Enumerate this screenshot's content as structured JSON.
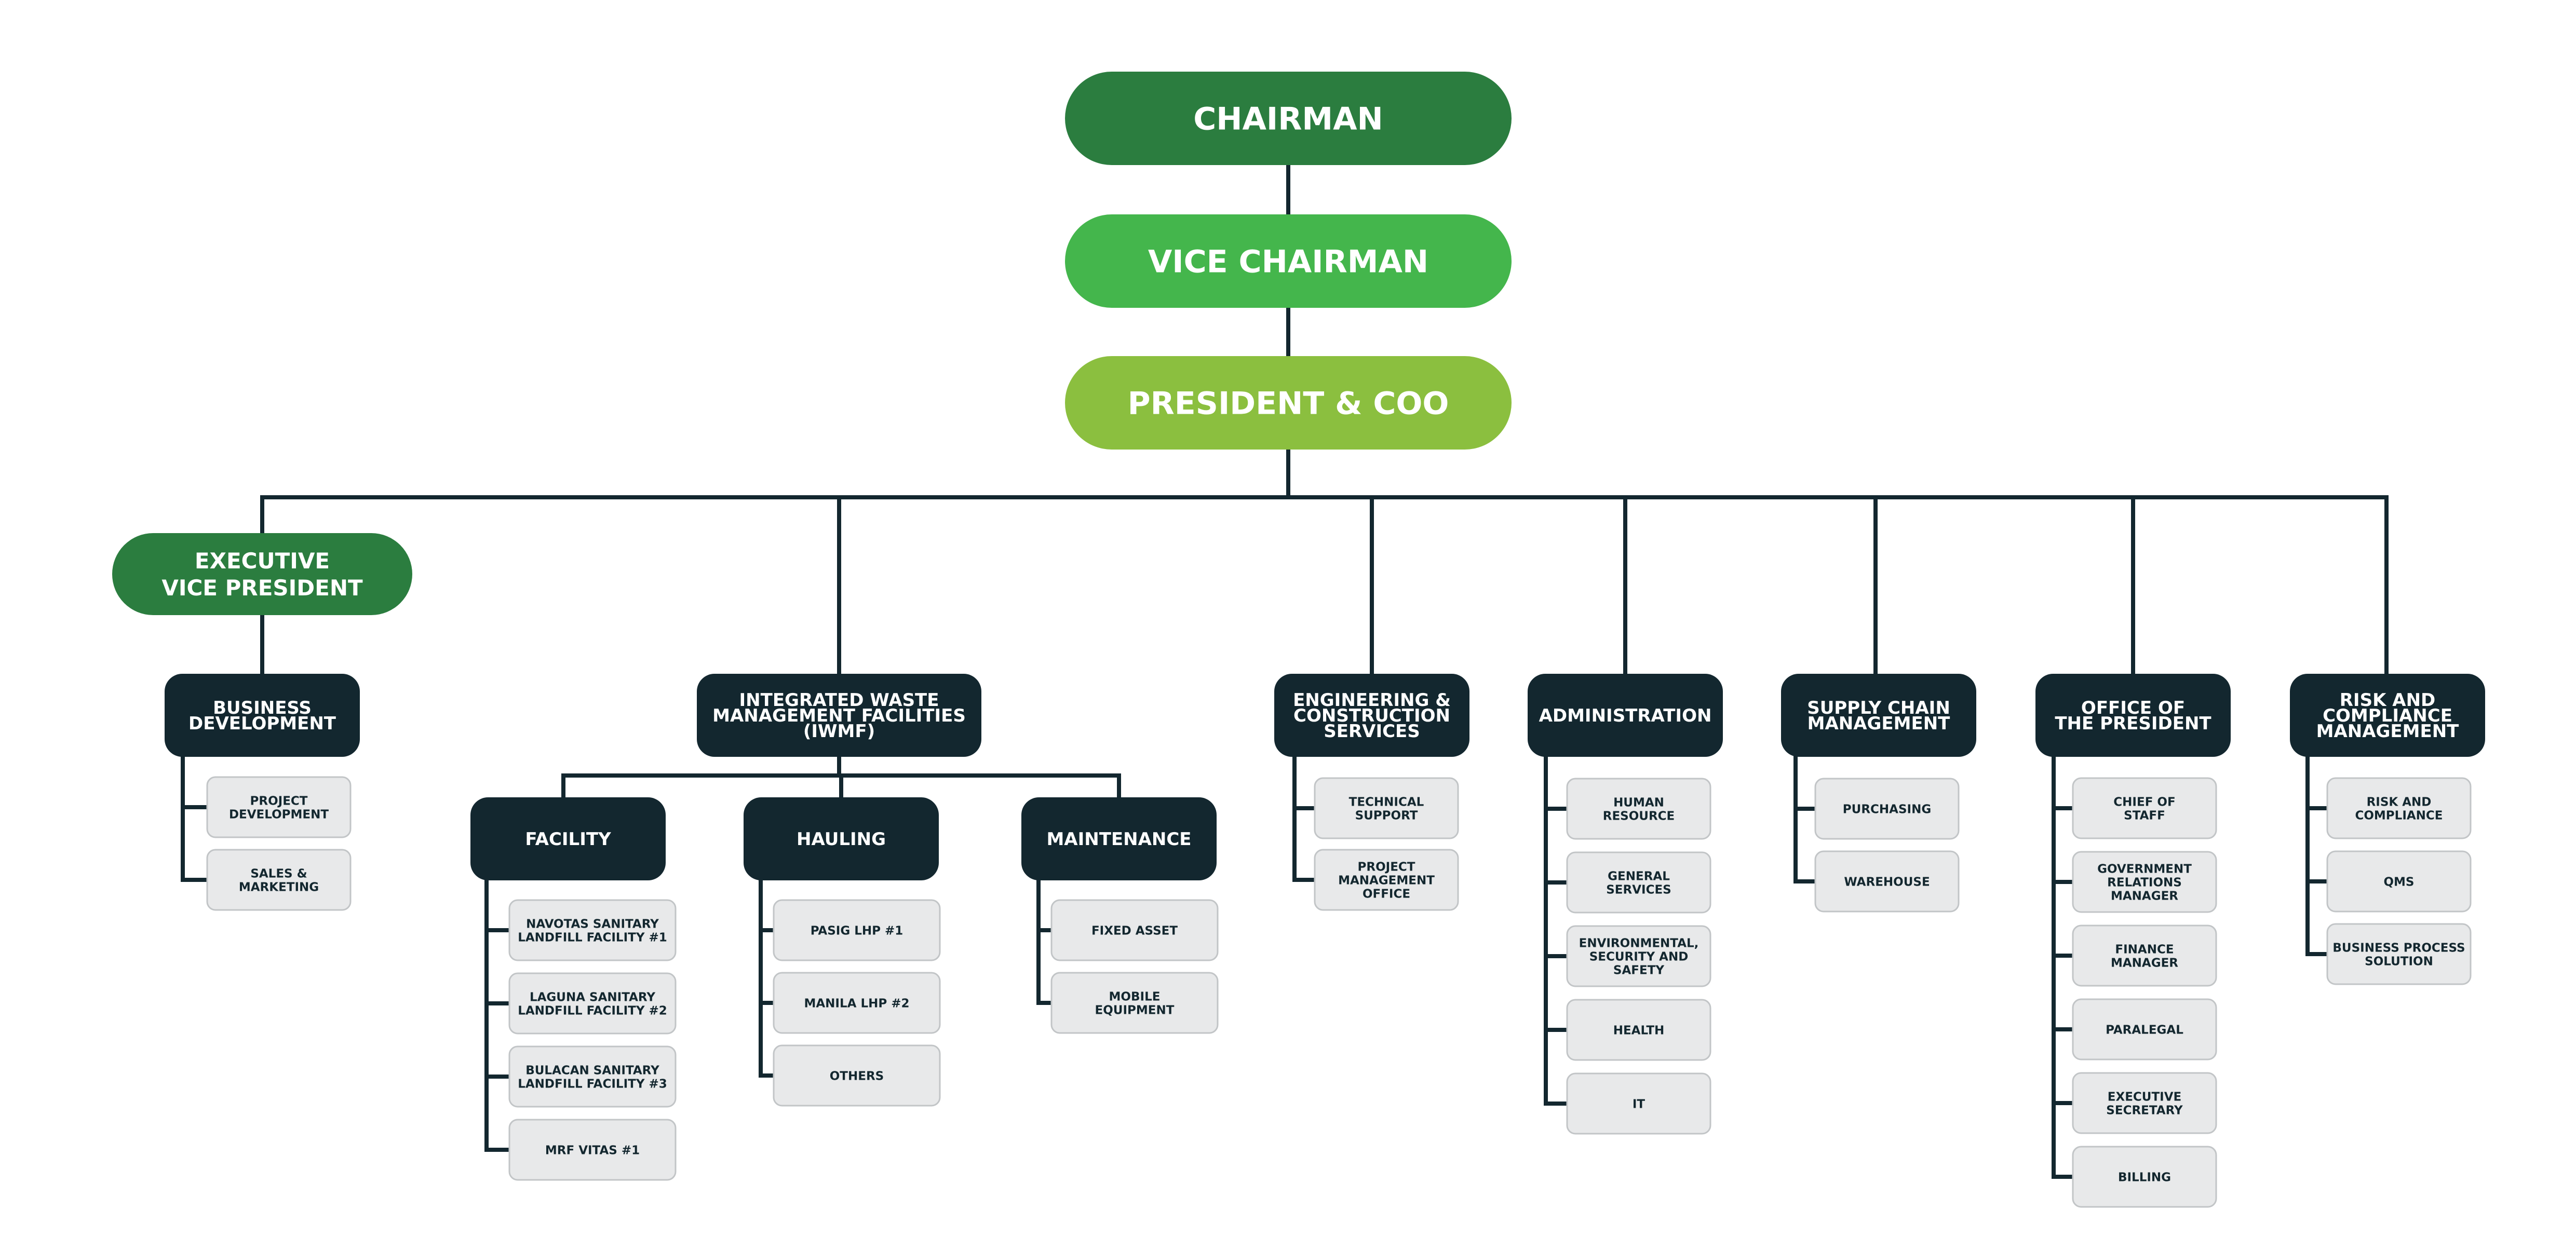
{
  "colors": {
    "chairman": "#2b7d3f",
    "vice_chairman": "#44b64c",
    "president": "#8bbf3f",
    "evp": "#2b7d3f",
    "department": "#13272f",
    "leaf": "#e8e9ea",
    "leaf_border": "#c2c5c7",
    "connector": "#13272f"
  },
  "executives": {
    "chairman": "CHAIRMAN",
    "vice_chairman": "VICE CHAIRMAN",
    "president": "PRESIDENT & COO",
    "evp": [
      "EXECUTIVE",
      "VICE PRESIDENT"
    ]
  },
  "departments": {
    "business_development": {
      "title": [
        "BUSINESS",
        "DEVELOPMENT"
      ],
      "items": [
        [
          "PROJECT",
          "DEVELOPMENT"
        ],
        [
          "SALES &",
          "MARKETING"
        ]
      ]
    },
    "iwmf": {
      "title": [
        "INTEGRATED WASTE",
        "MANAGEMENT FACILITIES",
        "(IWMF)"
      ],
      "facility": {
        "title": [
          "FACILITY"
        ],
        "items": [
          [
            "NAVOTAS SANITARY",
            "LANDFILL FACILITY #1"
          ],
          [
            "LAGUNA SANITARY",
            "LANDFILL FACILITY #2"
          ],
          [
            "BULACAN SANITARY",
            "LANDFILL FACILITY #3"
          ],
          [
            "MRF VITAS #1"
          ]
        ]
      },
      "hauling": {
        "title": [
          "HAULING"
        ],
        "items": [
          [
            "PASIG LHP #1"
          ],
          [
            "MANILA LHP #2"
          ],
          [
            "OTHERS"
          ]
        ]
      },
      "maintenance": {
        "title": [
          "MAINTENANCE"
        ],
        "items": [
          [
            "FIXED ASSET"
          ],
          [
            "MOBILE",
            "EQUIPMENT"
          ]
        ]
      }
    },
    "engineering": {
      "title": [
        "ENGINEERING &",
        "CONSTRUCTION",
        "SERVICES"
      ],
      "items": [
        [
          "TECHNICAL",
          "SUPPORT"
        ],
        [
          "PROJECT",
          "MANAGEMENT",
          "OFFICE"
        ]
      ]
    },
    "administration": {
      "title": [
        "ADMINISTRATION"
      ],
      "items": [
        [
          "HUMAN",
          "RESOURCE"
        ],
        [
          "GENERAL",
          "SERVICES"
        ],
        [
          "ENVIRONMENTAL,",
          "SECURITY AND",
          "SAFETY"
        ],
        [
          "HEALTH"
        ],
        [
          "IT"
        ]
      ]
    },
    "supply_chain": {
      "title": [
        "SUPPLY CHAIN",
        "MANAGEMENT"
      ],
      "items": [
        [
          "PURCHASING"
        ],
        [
          "WAREHOUSE"
        ]
      ]
    },
    "office_president": {
      "title": [
        "OFFICE OF",
        "THE PRESIDENT"
      ],
      "items": [
        [
          "CHIEF OF",
          "STAFF"
        ],
        [
          "GOVERNMENT",
          "RELATIONS",
          "MANAGER"
        ],
        [
          "FINANCE",
          "MANAGER"
        ],
        [
          "PARALEGAL"
        ],
        [
          "EXECUTIVE",
          "SECRETARY"
        ],
        [
          "BILLING"
        ]
      ]
    },
    "risk_compliance": {
      "title": [
        "RISK AND",
        "COMPLIANCE",
        "MANAGEMENT"
      ],
      "items": [
        [
          "RISK AND",
          "COMPLIANCE"
        ],
        [
          "QMS"
        ],
        [
          "BUSINESS PROCESS",
          "SOLUTION"
        ]
      ]
    }
  }
}
